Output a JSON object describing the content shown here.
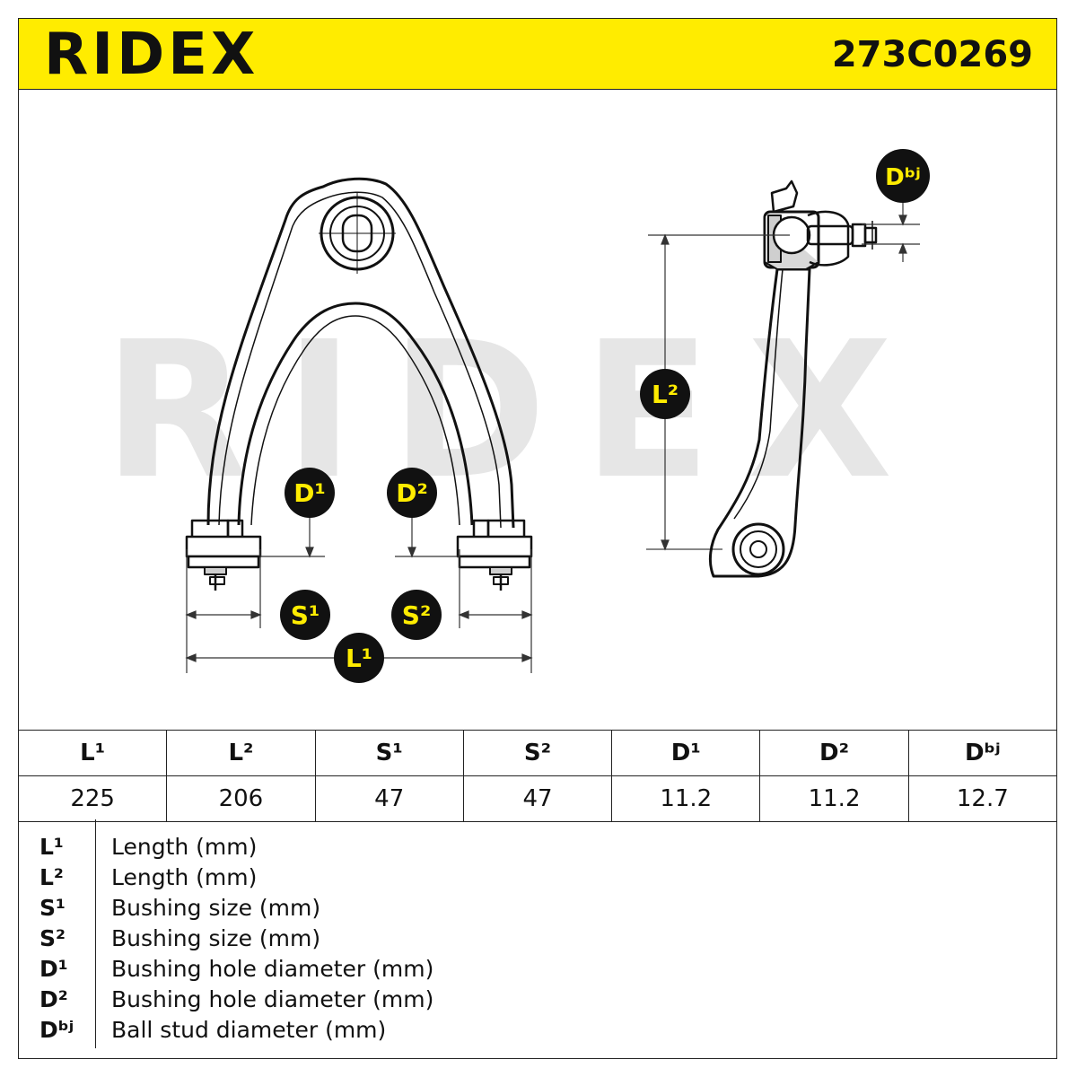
{
  "header": {
    "brand": "RIDEX",
    "part_number": "273C0269",
    "accent_color": "#ffec00"
  },
  "watermark": "RIDEX",
  "badges": {
    "dbj": "Dᵇʲ",
    "l2": "L²",
    "d1": "D¹",
    "d2": "D²",
    "s1": "S¹",
    "s2": "S²",
    "l1": "L¹"
  },
  "table": {
    "headers": [
      "L¹",
      "L²",
      "S¹",
      "S²",
      "D¹",
      "D²",
      "Dᵇʲ"
    ],
    "values": [
      "225",
      "206",
      "47",
      "47",
      "11.2",
      "11.2",
      "12.7"
    ]
  },
  "legend": [
    {
      "key": "L¹",
      "desc": "Length (mm)"
    },
    {
      "key": "L²",
      "desc": "Length (mm)"
    },
    {
      "key": "S¹",
      "desc": "Bushing size (mm)"
    },
    {
      "key": "S²",
      "desc": "Bushing size (mm)"
    },
    {
      "key": "D¹",
      "desc": "Bushing hole diameter (mm)"
    },
    {
      "key": "D²",
      "desc": "Bushing hole diameter (mm)"
    },
    {
      "key": "Dᵇʲ",
      "desc": "Ball stud diameter (mm)"
    }
  ]
}
